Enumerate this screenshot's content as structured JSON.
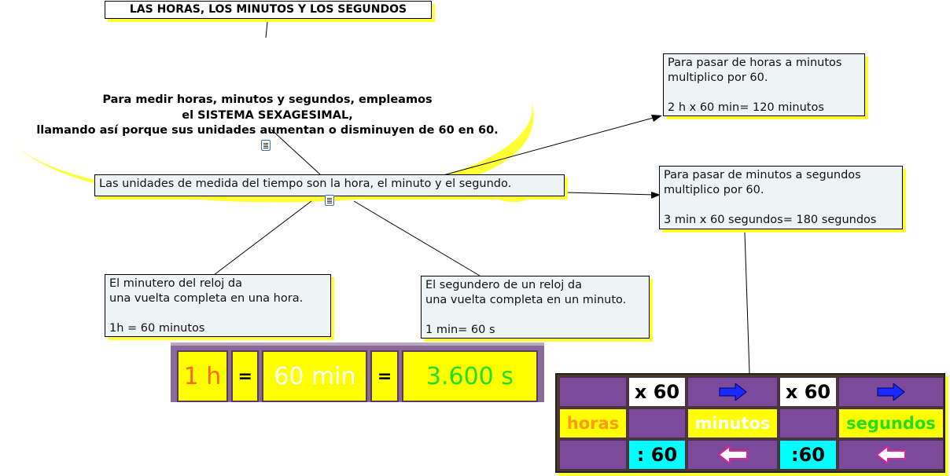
{
  "title": "LAS HORAS, LOS MINUTOS Y LOS SEGUNDOS",
  "intro_lines": [
    "Para medir horas, minutos y segundos, empleamos",
    "el SISTEMA SEXAGESIMAL,",
    "llamando así porque sus unidades aumentan o disminuyen de 60 en 60."
  ],
  "main_node": "Las unidades de medida del tiempo son la hora, el minuto y el segundo.",
  "node_horas_minutos": "Para pasar de horas a minutos\nmultiplico por 60.\n\n2 h x 60 min= 120 minutos",
  "node_minutos_segundos": "Para pasar de minutos a segundos\nmultiplico por 60.\n\n3 min x 60 segundos= 180 segundos",
  "node_minutero": "El minutero del reloj da\nuna vuelta completa en una hora.\n\n1h = 60 minutos",
  "node_segundero": "El segundero de un reloj da\nuna vuelta completa en un minuto.\n\n1 min= 60 s",
  "equivalence": {
    "hour": "1 h",
    "eq1": "=",
    "minutes": "60 min",
    "eq2": "=",
    "seconds": "3.600 s"
  },
  "conversion_table": {
    "mult1": "x 60",
    "mult2": "x 60",
    "horas": "horas",
    "minutos": "minutos",
    "segundos": "segundos",
    "div1": ": 60",
    "div2": ":60"
  },
  "colors": {
    "highlight": "#ffff33",
    "node_bg": "#eef3f5",
    "table_purple": "#7b4a9a",
    "hours": "#ff8c1a",
    "seconds": "#22dd22"
  }
}
